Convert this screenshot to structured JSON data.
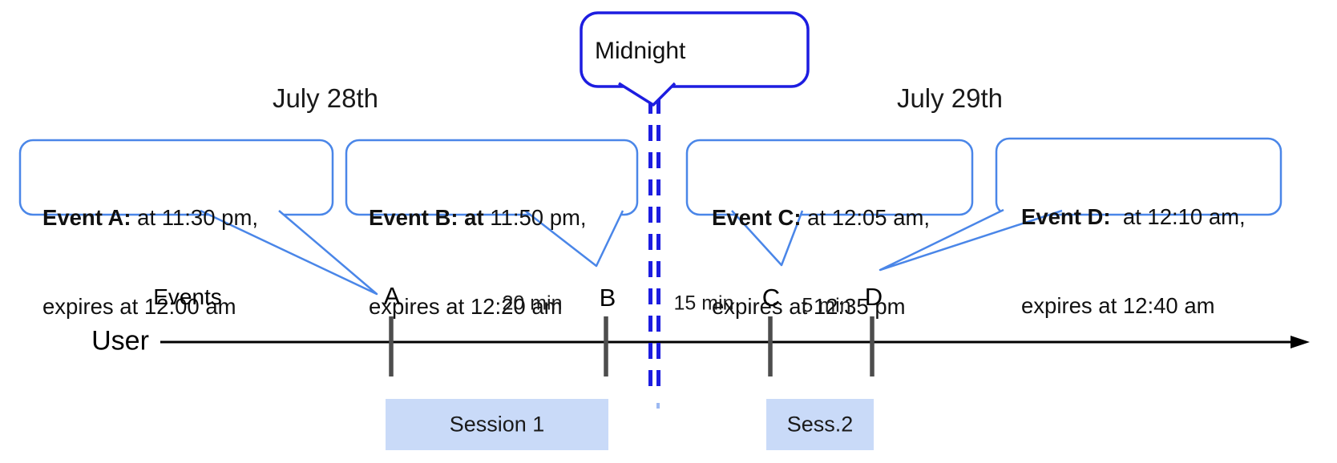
{
  "dates": {
    "left": "July 28th",
    "right": "July 29th"
  },
  "midnight_callout": {
    "label": "Midnight"
  },
  "event_callouts": [
    {
      "marker": "A",
      "bold": "Event A:",
      "rest": " at 11:30 pm,",
      "line2": "expires at 12:00 am"
    },
    {
      "marker": "B",
      "bold": "Event B: at",
      "rest": " 11:50 pm,",
      "line2": "expires at 12:20 am"
    },
    {
      "marker": "C",
      "bold": "Event C:",
      "rest": " at 12:05 am,",
      "line2": "expires at 12:35 pm"
    },
    {
      "marker": "D",
      "bold": "Event D:",
      "rest": "  at 12:10 am,",
      "line2": "expires at 12:40 am"
    }
  ],
  "timeline": {
    "row_label": "User",
    "events_label": "Events",
    "markers": [
      "A",
      "B",
      "C",
      "D"
    ],
    "intervals": [
      "20 min",
      "15 min",
      "5 min"
    ],
    "sessions": [
      "Session 1",
      "Sess.2"
    ]
  },
  "colors": {
    "event_callout_border": "#4a86e8",
    "midnight_border": "#1d1de0",
    "divider_dash": "#1d1de0",
    "divider_dash_faded": "#9db9f2",
    "session_fill": "#c9daf8",
    "tick": "#4d4d4d",
    "axis": "#000000"
  }
}
